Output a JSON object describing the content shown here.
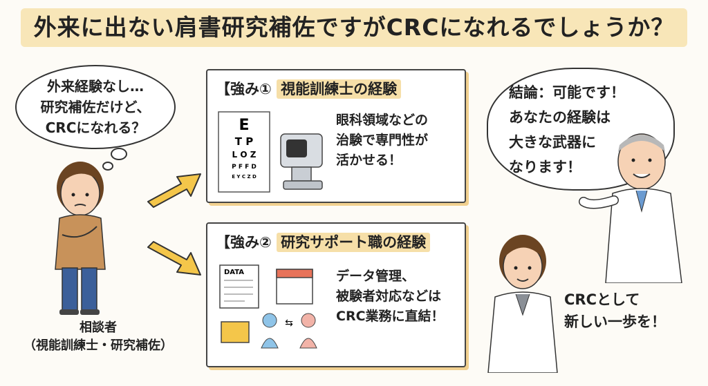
{
  "title": "外来に出ない肩書研究補佐ですがCRCになれるでしょうか？",
  "thought_bubble": {
    "lines": [
      "外来経験なし…",
      "研究補佐だけど、",
      "CRCになれる？"
    ]
  },
  "consultant_caption": {
    "name": "相談者",
    "role": "（視能訓練士・研究補佐）"
  },
  "strength_1": {
    "label": "【強み①",
    "heading": "視能訓練士の経験",
    "body": [
      "眼科領域などの",
      "治験で専門性が",
      "活かせる！"
    ],
    "eye_chart_rows": [
      "E",
      "T P",
      "L O Z",
      "P F F D",
      "E Y C Z D"
    ]
  },
  "strength_2": {
    "label": "【強み②",
    "heading": "研究サポート職の経験",
    "body": [
      "データ管理、",
      "被験者対応などは",
      "CRC業務に直結！"
    ],
    "data_sheet_label": "DATA"
  },
  "conclusion_bubble": {
    "lines": [
      "結論：可能です！",
      "あなたの経験は",
      "大きな武器に",
      "なります！"
    ]
  },
  "new_crc_caption": {
    "lines": [
      "CRCとして",
      "新しい一歩を！"
    ]
  },
  "colors": {
    "accent": "#f8e6b8",
    "arrow": "#f4c64a",
    "card_shadow": "#f1d08f"
  }
}
